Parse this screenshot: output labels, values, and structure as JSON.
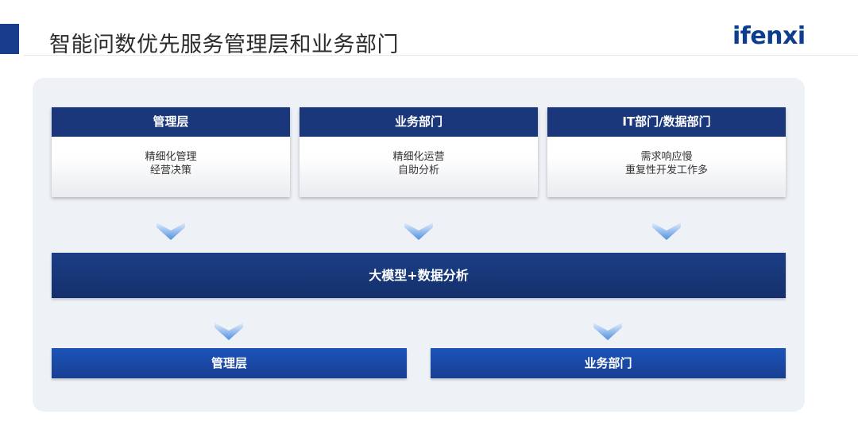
{
  "header": {
    "title": "智能问数优先服务管理层和业务部门",
    "logo": "ifenxi"
  },
  "cards": [
    {
      "title": "管理层",
      "lines": [
        "精细化管理",
        "经营决策"
      ]
    },
    {
      "title": "业务部门",
      "lines": [
        "精细化运营",
        "自助分析"
      ]
    },
    {
      "title": "IT部门/数据部门",
      "lines": [
        "需求响应慢",
        "重复性开发工作多"
      ]
    }
  ],
  "center": {
    "label": "大模型+数据分析"
  },
  "bottom": [
    {
      "label": "管理层"
    },
    {
      "label": "业务部门"
    }
  ],
  "colors": {
    "accent": "#1a3c8c",
    "header_navy": "#19377a",
    "bottom_blue": "#1d53b8",
    "arrow_blue": "#5e9ce4",
    "panel_bg": "#eef1f6"
  },
  "icons": {
    "flow_arrow": "down-chevron-arrow-icon"
  }
}
